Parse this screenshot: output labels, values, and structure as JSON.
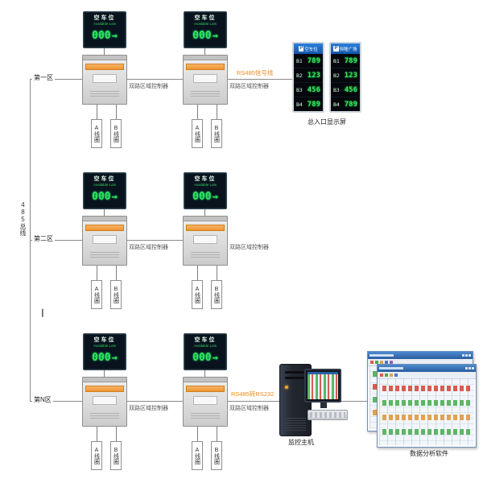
{
  "colors": {
    "led_green": "#35e05a",
    "panel_header_blue": "#1668c7",
    "link_orange": "#f08a1e",
    "controller_stripe_orange": "#f2a24a"
  },
  "sign": {
    "title": "空车位",
    "subtitle": "Available Lots",
    "value": "000",
    "arrow": "→"
  },
  "controller_label": "双路区域控制器",
  "coils": {
    "a": "A线圈",
    "b": "B线圈"
  },
  "zones": [
    {
      "label": "第一区"
    },
    {
      "label": "第二区"
    },
    {
      "label": "第N区"
    }
  ],
  "bus": {
    "label": "485总线"
  },
  "ellipsis": "······",
  "links": {
    "to_display": "RS485信号线",
    "to_host": "RS485转RS232"
  },
  "entrance_display": {
    "label": "总入口显示屏",
    "panels": [
      {
        "icon": "P",
        "title": "空车位",
        "rows": [
          {
            "label": "B1",
            "value": "789"
          },
          {
            "label": "B2",
            "value": "123"
          },
          {
            "label": "B3",
            "value": "456"
          },
          {
            "label": "B4",
            "value": "789"
          }
        ]
      },
      {
        "icon": "P",
        "title": "恒隆广场",
        "rows": [
          {
            "label": "B1",
            "value": "789"
          },
          {
            "label": "B2",
            "value": "123"
          },
          {
            "label": "B3",
            "value": "456"
          },
          {
            "label": "B4",
            "value": "789"
          }
        ]
      }
    ]
  },
  "host": {
    "label": "监控主机"
  },
  "software": {
    "label": "数据分析软件"
  }
}
